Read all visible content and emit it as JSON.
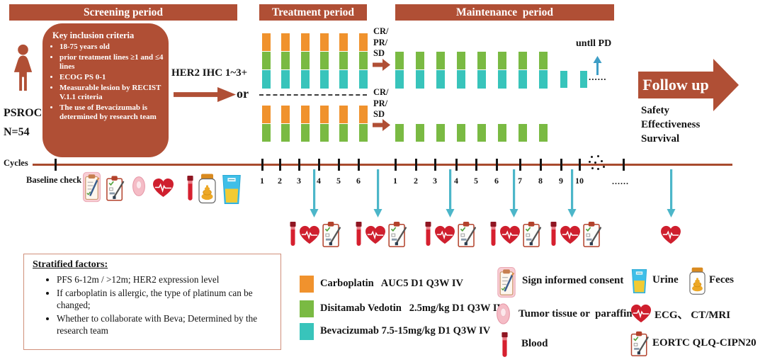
{
  "colors": {
    "brick": "#b04f35",
    "timeline": "#a84a2e",
    "orange": "#f0922d",
    "green": "#7aba43",
    "teal": "#38c4bb",
    "arrow_teal": "#4cb6c9",
    "arrow_blue": "#3e9ec6"
  },
  "headers": {
    "screening": "Screening period",
    "treatment": "Treatment period",
    "maintenance": "Maintenance  period"
  },
  "cohort": {
    "name": "PSROC",
    "n": "N=54"
  },
  "inclusion": {
    "title": "Key inclusion criteria",
    "items": [
      "18-75 years old",
      "prior treatment lines ≥1 and ≤4 lines",
      "ECOG PS 0-1",
      "Measurable lesion by RECIST V.1.1 criteria",
      "The use of Bevacizumab is determined by research team"
    ]
  },
  "her2": {
    "label": "HER2 IHC 1~3+",
    "or": "or"
  },
  "response": [
    "CR/",
    "PR/",
    "SD"
  ],
  "maintenance_notes": {
    "until_pd": "untll PD",
    "ellipsis": "......"
  },
  "followup": {
    "title": "Follow up",
    "items": [
      "Safety",
      "Effectiveness",
      "Survival"
    ]
  },
  "timeline": {
    "label": "Cycles",
    "baseline": "Baseline check",
    "treatment_ticks": [
      "1",
      "2",
      "3",
      "4",
      "5",
      "6"
    ],
    "maintenance_ticks": [
      "1",
      "2",
      "3",
      "4",
      "5",
      "6",
      "7",
      "8",
      "9",
      "10"
    ],
    "ellipsis": "......"
  },
  "regimen": {
    "treatment_arm1": {
      "cycles": 6,
      "drugs": [
        "Carboplatin",
        "Disitamab Vedotin",
        "Bevacizumab"
      ]
    },
    "treatment_arm2": {
      "cycles": 6,
      "drugs": [
        "Carboplatin",
        "Disitamab Vedotin"
      ]
    },
    "maintenance_arm1": {
      "cycles": 8,
      "drugs": [
        "Disitamab Vedotin",
        "Bevacizumab"
      ]
    },
    "maintenance_arm1_extra": {
      "cycles": 2,
      "drugs": [
        "Bevacizumab"
      ]
    },
    "maintenance_arm2": {
      "cycles": 8,
      "drugs": [
        "Disitamab Vedotin"
      ]
    }
  },
  "drug_legend": [
    {
      "color": "#f0922d",
      "label": "Carboplatin   AUC5 D1 Q3W IV"
    },
    {
      "color": "#7aba43",
      "label": "Disitamab Vedotin   2.5mg/kg D1 Q3W IV"
    },
    {
      "color": "#38c4bb",
      "label": "Bevacizumab 7.5-15mg/kg D1 Q3W IV"
    }
  ],
  "icon_legend": {
    "consent": "Sign informed consent",
    "tumor": "Tumor tissue or  paraffin",
    "blood": "Blood",
    "urine": "Urine",
    "feces": "Feces",
    "ecg": "ECG、 CT/MRI",
    "eortc": "EORTC QLQ-CIPN20"
  },
  "stratified": {
    "title": "Stratified factors:",
    "items": [
      "PFS 6-12m / >12m;  HER2 expression level",
      "If carboplatin is allergic, the type of platinum can be changed;",
      "Whether to collaborate with Beva; Determined by the research team"
    ]
  }
}
